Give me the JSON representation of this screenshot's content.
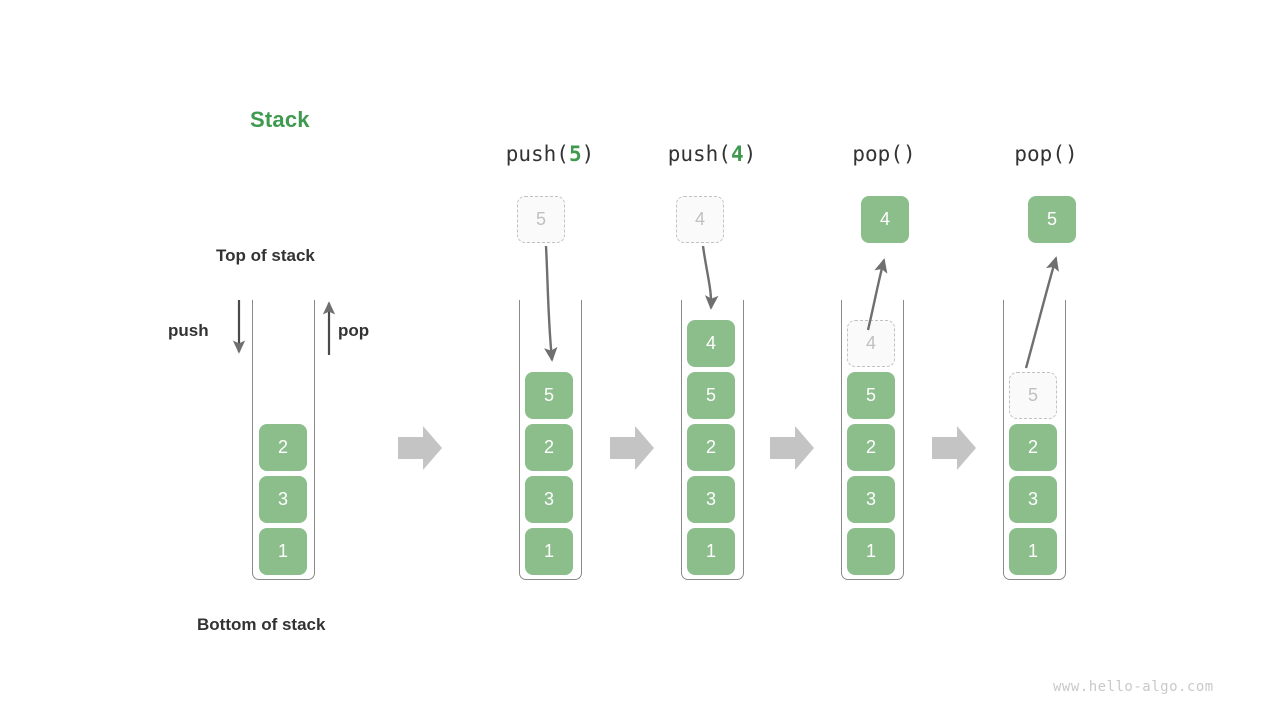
{
  "title": "Stack",
  "labels": {
    "top_of_stack": "Top of stack",
    "bottom_of_stack": "Bottom of stack",
    "push": "push",
    "pop": "pop"
  },
  "watermark": "www.hello-algo.com",
  "colors": {
    "accent_green": "#3f9a4f",
    "box_green": "#8cbe8c",
    "ghost_gray": "#c2c2c2",
    "arrow_gray": "#6f6f6f",
    "flow_arrow_gray": "#c4c4c4",
    "text_dark": "#333333"
  },
  "operations": [
    {
      "name": "push",
      "arg": "5",
      "open": "(",
      "close": ")",
      "label_prefix": "push"
    },
    {
      "name": "push",
      "arg": "4",
      "open": "(",
      "close": ")",
      "label_prefix": "push"
    },
    {
      "name": "pop",
      "arg": "",
      "open": "(",
      "close": ")",
      "label_prefix": "pop"
    },
    {
      "name": "pop",
      "arg": "",
      "open": "(",
      "close": ")",
      "label_prefix": "pop"
    }
  ],
  "stacks": [
    {
      "id": "initial",
      "caption": "",
      "contents": [
        "2",
        "3",
        "1"
      ],
      "floating": null,
      "ghost_in_stack": null
    },
    {
      "id": "after-push-5",
      "caption": "push(5)",
      "contents": [
        "5",
        "2",
        "3",
        "1"
      ],
      "floating": {
        "value": "5",
        "style": "ghost"
      },
      "ghost_in_stack": null
    },
    {
      "id": "after-push-4",
      "caption": "push(4)",
      "contents": [
        "4",
        "5",
        "2",
        "3",
        "1"
      ],
      "floating": {
        "value": "4",
        "style": "ghost"
      },
      "ghost_in_stack": null
    },
    {
      "id": "after-pop-4",
      "caption": "pop()",
      "contents": [
        "5",
        "2",
        "3",
        "1"
      ],
      "floating": {
        "value": "4",
        "style": "solid"
      },
      "ghost_in_stack": {
        "value": "4"
      }
    },
    {
      "id": "after-pop-5",
      "caption": "pop()",
      "contents": [
        "2",
        "3",
        "1"
      ],
      "floating": {
        "value": "5",
        "style": "solid"
      },
      "ghost_in_stack": {
        "value": "5"
      }
    }
  ]
}
